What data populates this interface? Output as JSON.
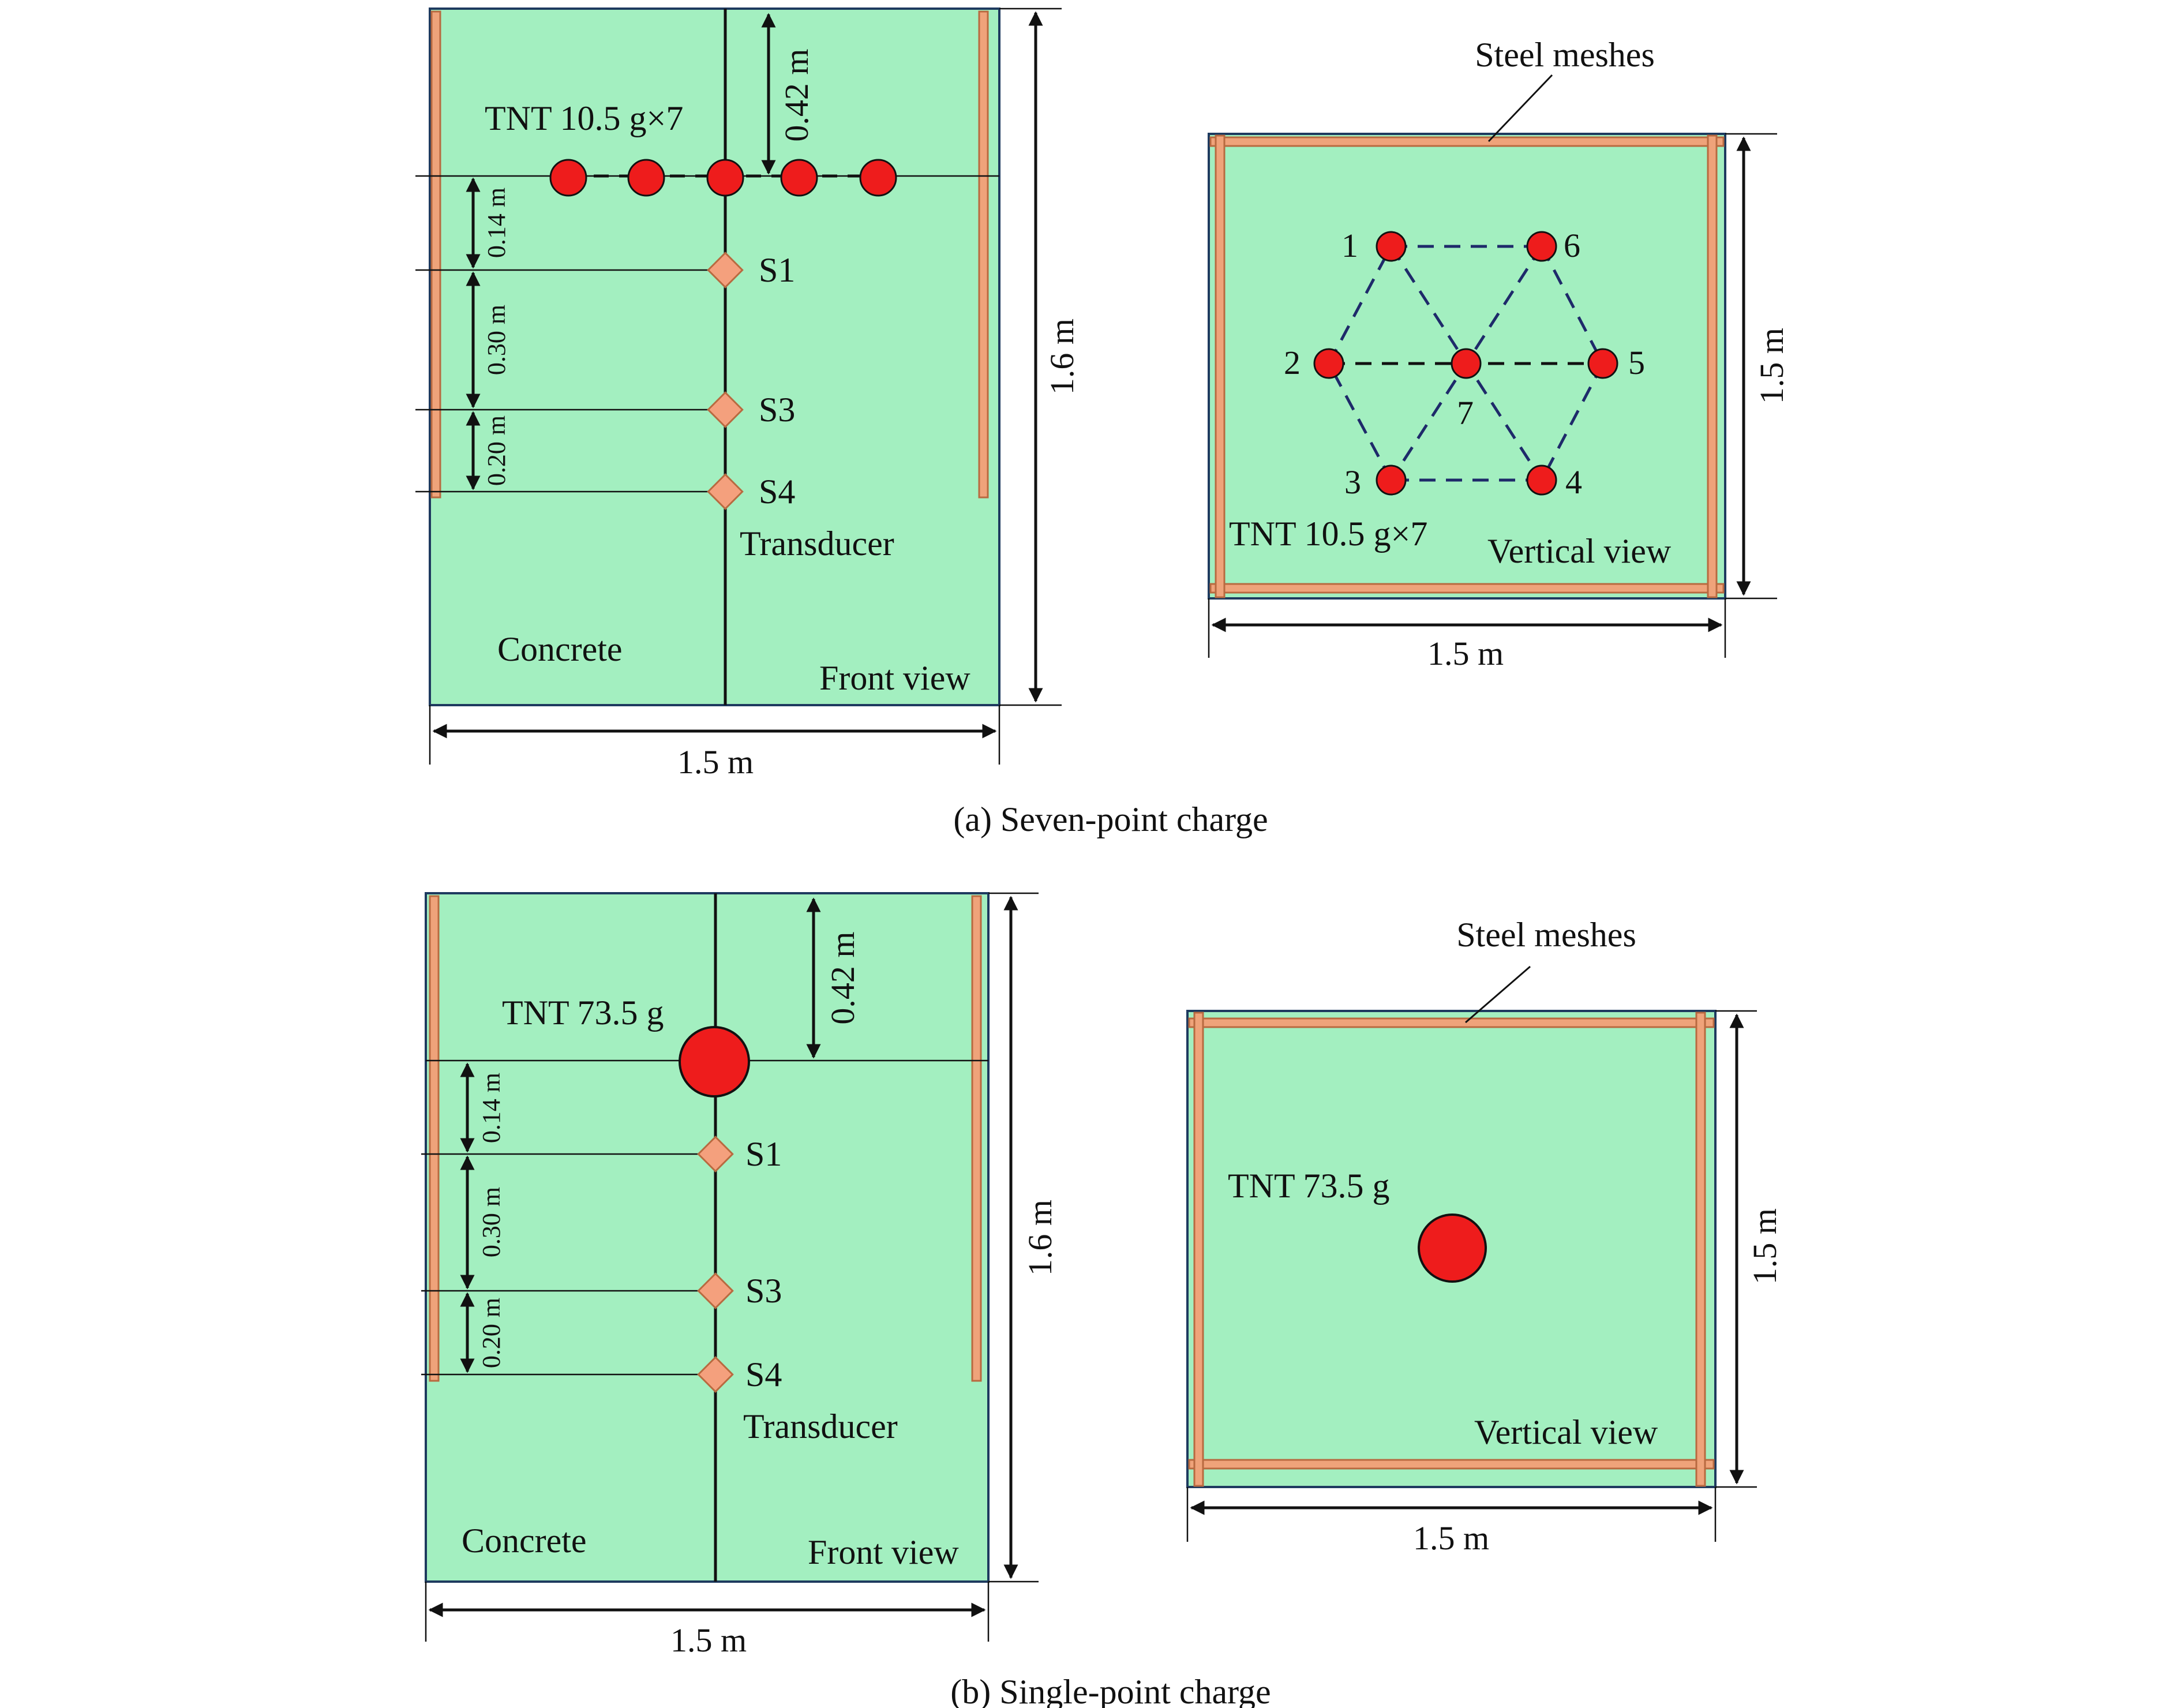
{
  "colors": {
    "concrete": "#a3efc0",
    "outline": "#1e3a5f",
    "steel": "#efa37a",
    "steel_edge": "#b86a40",
    "charge": "#ee1c1c",
    "sensor": "#f4a07d"
  },
  "panel_a": {
    "caption": "(a) Seven-point charge",
    "front": {
      "charge_label": "TNT 10.5 g×7",
      "depth_label": "0.42 m",
      "spacing_labels": [
        "0.14 m",
        "0.30 m",
        "0.20 m"
      ],
      "sensors": [
        "S1",
        "S3",
        "S4"
      ],
      "transducer_label": "Transducer",
      "concrete_label": "Concrete",
      "view_label": "Front view",
      "height_label": "1.6 m",
      "width_label": "1.5 m"
    },
    "top": {
      "mesh_label": "Steel meshes",
      "charge_numbers": [
        "1",
        "2",
        "3",
        "4",
        "5",
        "6",
        "7"
      ],
      "charge_label": "TNT 10.5 g×7",
      "view_label": "Vertical view",
      "side_label": "1.5 m",
      "width_label": "1.5 m"
    }
  },
  "panel_b": {
    "caption": "(b) Single-point charge",
    "front": {
      "charge_label": "TNT 73.5 g",
      "depth_label": "0.42 m",
      "spacing_labels": [
        "0.14 m",
        "0.30 m",
        "0.20 m"
      ],
      "sensors": [
        "S1",
        "S3",
        "S4"
      ],
      "transducer_label": "Transducer",
      "concrete_label": "Concrete",
      "view_label": "Front view",
      "height_label": "1.6 m",
      "width_label": "1.5 m"
    },
    "top": {
      "mesh_label": "Steel meshes",
      "charge_label": "TNT 73.5 g",
      "view_label": "Vertical view",
      "side_label": "1.5 m",
      "width_label": "1.5 m"
    }
  }
}
